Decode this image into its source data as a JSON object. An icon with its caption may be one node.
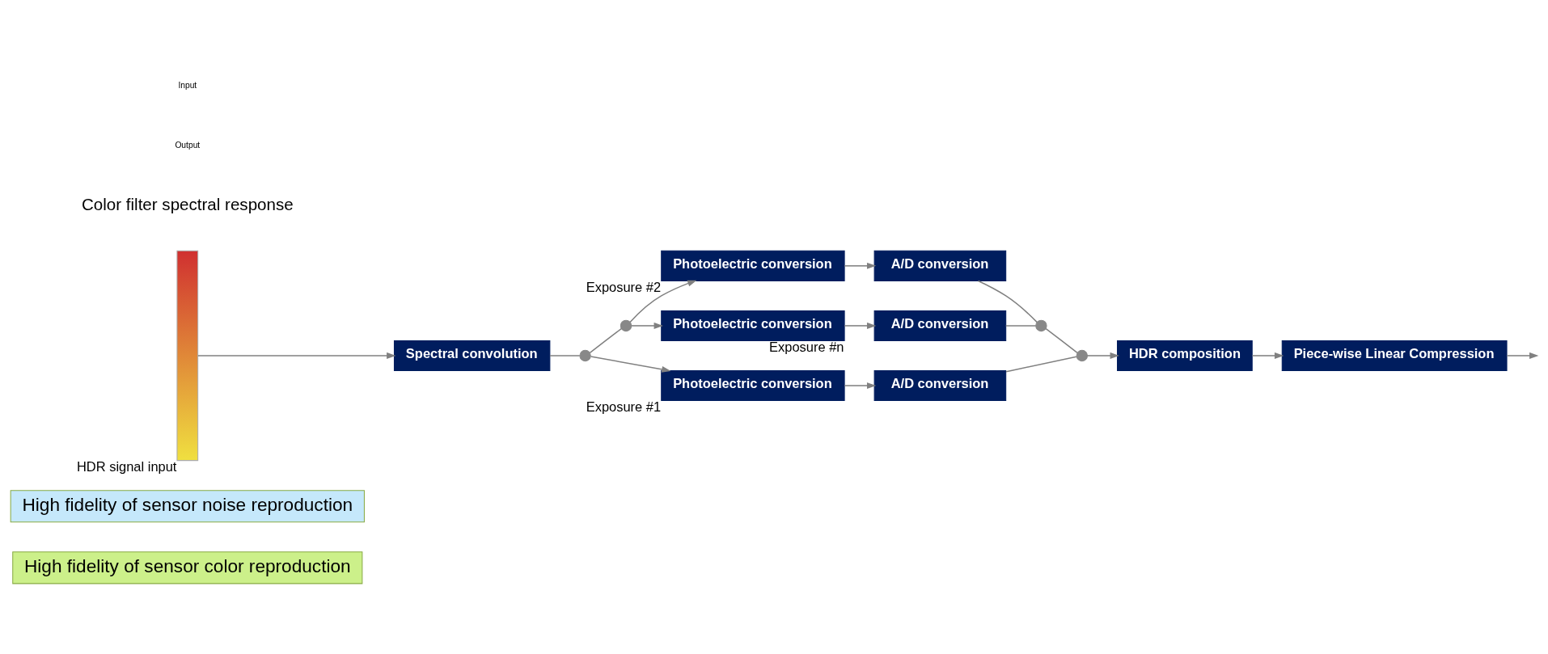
{
  "diagram": {
    "nodes": [
      {
        "text": [
          "High fidelity of sensor color reproduction"
        ]
      },
      {
        "text": [
          "High fidelity of sensor noise reproduction"
        ]
      },
      {
        "text": [],
        "shape": "bar",
        "beside": [
          "HDR signal input"
        ]
      },
      {
        "text": [
          "Spectral convolution"
        ]
      },
      {
        "text": [],
        "shape": "circle"
      },
      {
        "text": [],
        "shape": "circle"
      },
      {
        "text": [
          "Photoelectric conversion"
        ],
        "beside": [
          "Exposure #1"
        ]
      },
      {
        "text": [
          "A/D conversion"
        ]
      },
      {
        "text": [
          "Photoelectric conversion"
        ],
        "beside": [
          "Exposure #2"
        ]
      },
      {
        "text": [
          "A/D conversion"
        ]
      },
      {
        "text": [
          "Photoelectric conversion"
        ],
        "beside": [
          "Exposure #n"
        ]
      },
      {
        "text": [
          "A/D conversion"
        ]
      },
      {
        "text": [],
        "shape": "circle"
      },
      {
        "text": [],
        "shape": "circle"
      },
      {
        "text": [
          "HDR composition"
        ]
      },
      {
        "text": [
          "Piece-wise Linear Compression"
        ]
      }
    ],
    "edges": [
      {
        "from": 2,
        "to": 3,
        "arrow": "to"
      },
      {
        "from": 3,
        "to": 4,
        "arrow": "none"
      },
      {
        "from": 4,
        "to": 6,
        "arrow": "to"
      },
      {
        "from": 4,
        "to": 5,
        "arrow": "none"
      },
      {
        "from": 5,
        "to": 8,
        "arrow": "to"
      },
      {
        "from": 5,
        "to": 10,
        "arrow": "to"
      },
      {
        "from": 6,
        "to": 7,
        "arrow": "to"
      },
      {
        "from": 8,
        "to": 9,
        "arrow": "to"
      },
      {
        "from": 10,
        "to": 11,
        "arrow": "to"
      },
      {
        "from": 7,
        "to": 12,
        "arrow": "none"
      },
      {
        "from": 9,
        "to": 13,
        "arrow": "none"
      },
      {
        "from": 11,
        "to": 13,
        "arrow": "none"
      },
      {
        "from": 13,
        "to": 12,
        "arrow": "none"
      },
      {
        "from": 12,
        "to": 14,
        "arrow": "to"
      },
      {
        "from": 14,
        "to": 15,
        "arrow": "to"
      },
      {
        "from": 15,
        "to": null,
        "arrow": "to"
      }
    ],
    "labels": [
      "Color filter spectral response",
      "Output",
      "Input"
    ]
  }
}
